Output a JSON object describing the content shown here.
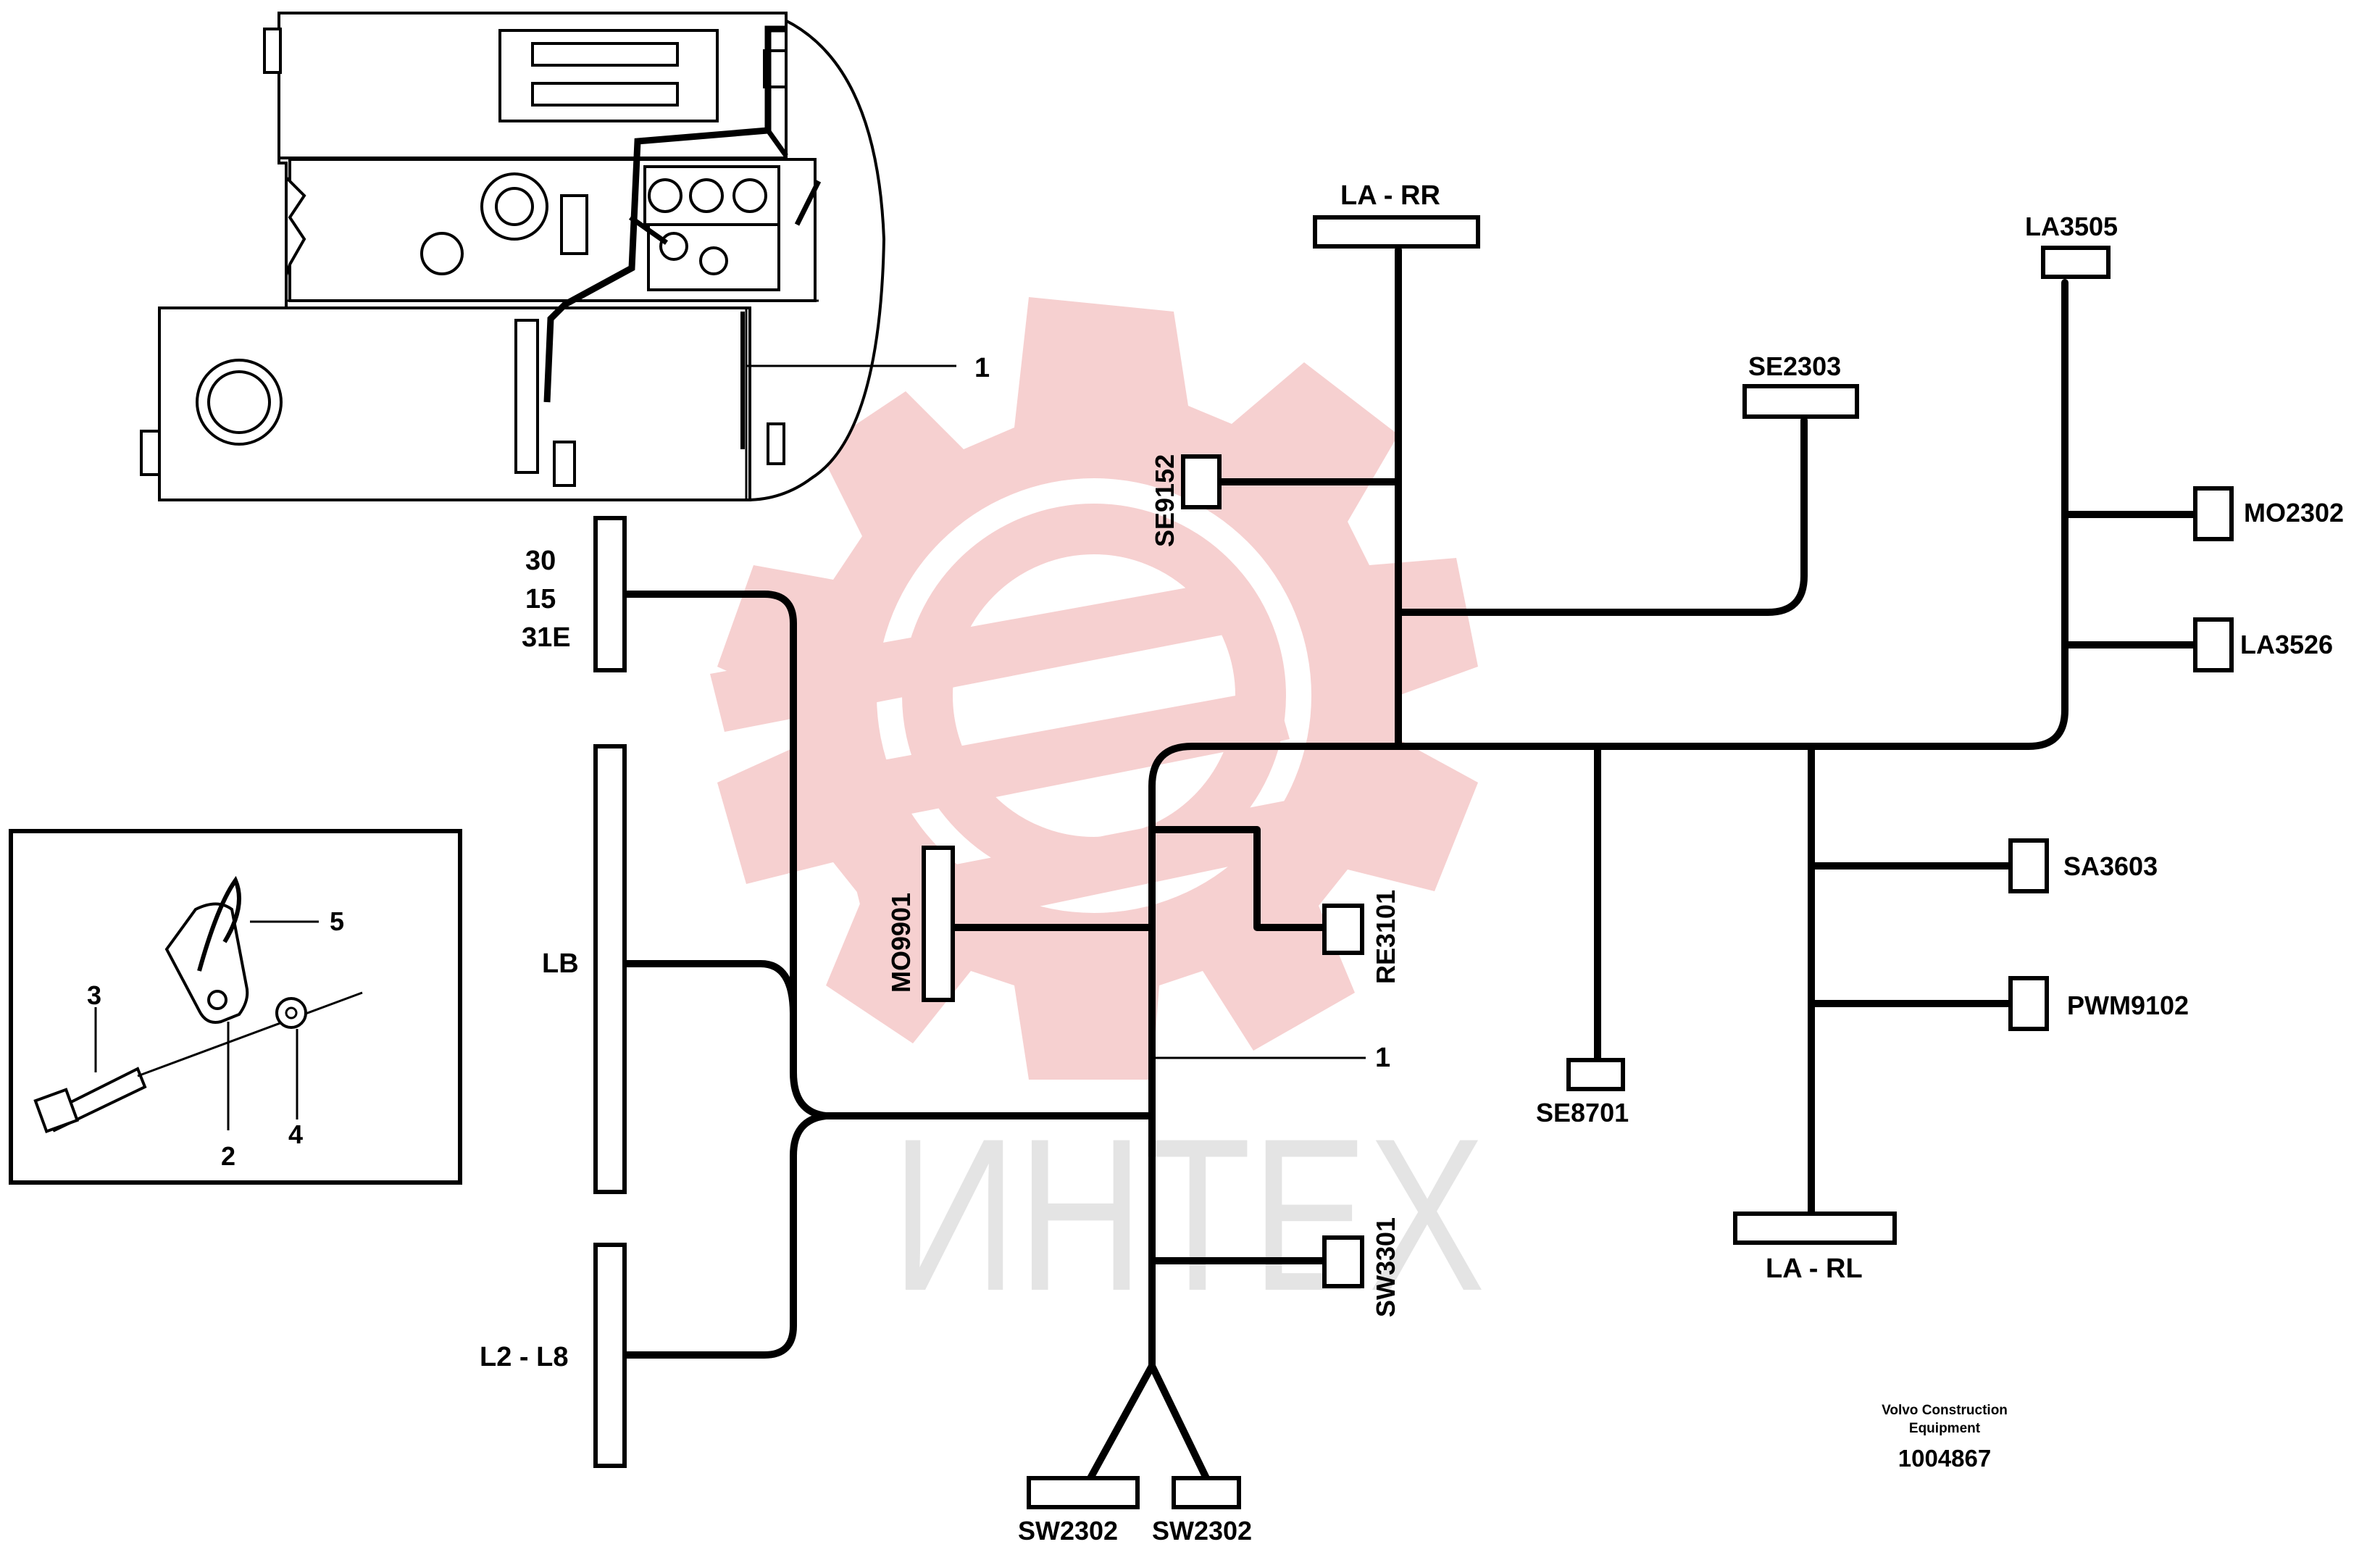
{
  "watermark": {
    "text": "ИНТЕХ",
    "color": "#f6d0d0"
  },
  "callouts": {
    "overview_item": "1",
    "harness_item": "1"
  },
  "detail": {
    "items": [
      "3",
      "2",
      "4",
      "5"
    ]
  },
  "connectors": {
    "power_1": "30",
    "power_2": "15",
    "power_3": "31E",
    "lb": "LB",
    "l2_l8": "L2 - L8",
    "la_rr": "LA - RR",
    "la3505": "LA3505",
    "se2303": "SE2303",
    "se9152": "SE9152",
    "mo2302": "MO2302",
    "la3526": "LA3526",
    "mo9901": "MO9901",
    "re3101": "RE3101",
    "sa3603": "SA3603",
    "pwm9102": "PWM9102",
    "se8701": "SE8701",
    "la_rl": "LA - RL",
    "sw3301": "SW3301",
    "sw2302_left": "SW2302",
    "sw2302_right": "SW2302"
  },
  "footer": {
    "line1": "Volvo Construction",
    "line2": "Equipment",
    "code": "1004867"
  }
}
